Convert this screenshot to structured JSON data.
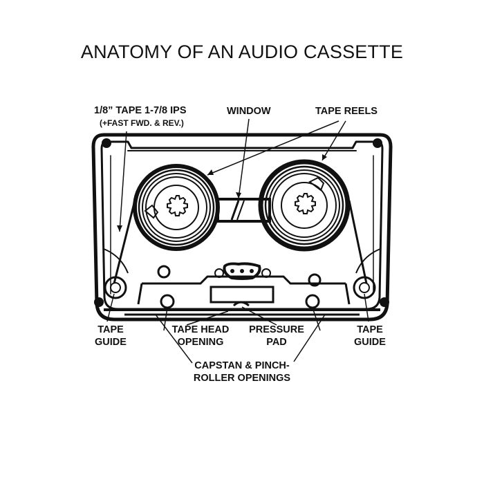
{
  "title": "ANATOMY OF AN AUDIO CASSETTE",
  "labels": {
    "tape_spec_line1": "1/8” TAPE  1-7/8 IPS",
    "tape_spec_line2": "(+FAST FWD. & REV.)",
    "window": "WINDOW",
    "tape_reels": "TAPE REELS",
    "tape_guide_left_line1": "TAPE",
    "tape_guide_left_line2": "GUIDE",
    "tape_head_line1": "TAPE HEAD",
    "tape_head_line2": "OPENING",
    "pressure_pad_line1": "PRESSURE",
    "pressure_pad_line2": "PAD",
    "tape_guide_right_line1": "TAPE",
    "tape_guide_right_line2": "GUIDE",
    "capstan_line1": "CAPSTAN & PINCH-",
    "capstan_line2": "ROLLER OPENINGS"
  },
  "icons": {
    "illustration": "cassette-tape-line-art"
  }
}
